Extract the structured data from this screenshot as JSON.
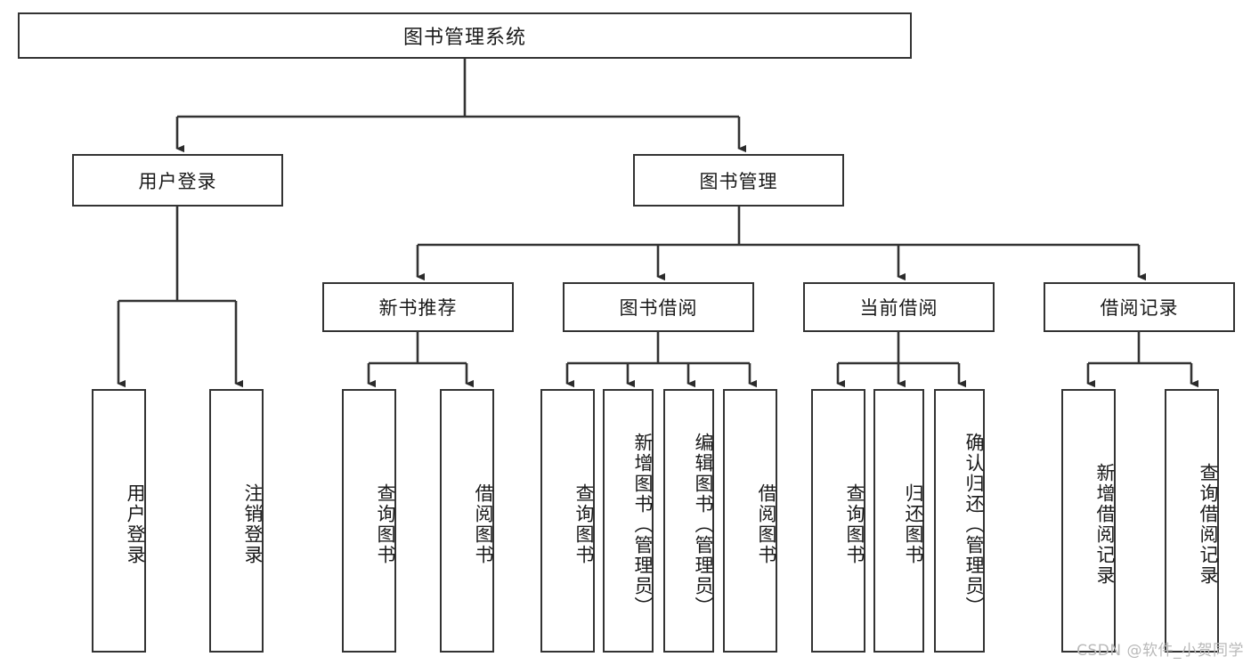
{
  "diagram": {
    "title": "图书管理系统",
    "type": "tree",
    "root": {
      "id": "root",
      "label": "图书管理系统",
      "orientation": "horizontal"
    },
    "level2": [
      {
        "id": "user-login",
        "label": "用户登录",
        "orientation": "horizontal"
      },
      {
        "id": "book-manage",
        "label": "图书管理",
        "orientation": "horizontal"
      }
    ],
    "level3": [
      {
        "id": "new-book-rec",
        "label": "新书推荐",
        "parent": "book-manage",
        "orientation": "horizontal"
      },
      {
        "id": "book-borrow",
        "label": "图书借阅",
        "parent": "book-manage",
        "orientation": "horizontal"
      },
      {
        "id": "current-borrow",
        "label": "当前借阅",
        "parent": "book-manage",
        "orientation": "horizontal"
      },
      {
        "id": "borrow-record",
        "label": "借阅记录",
        "parent": "book-manage",
        "orientation": "horizontal"
      }
    ],
    "leaves": [
      {
        "id": "leaf-user-login",
        "label": "用户登录",
        "parent": "user-login",
        "orientation": "vertical"
      },
      {
        "id": "leaf-logout",
        "label": "注销登录",
        "parent": "user-login",
        "orientation": "vertical"
      },
      {
        "id": "leaf-query-book-1",
        "label": "查询图书",
        "parent": "new-book-rec",
        "orientation": "vertical"
      },
      {
        "id": "leaf-borrow-book-1",
        "label": "借阅图书",
        "parent": "new-book-rec",
        "orientation": "vertical"
      },
      {
        "id": "leaf-query-book-2",
        "label": "查询图书",
        "parent": "book-borrow",
        "orientation": "vertical"
      },
      {
        "id": "leaf-add-book",
        "label": "新增图书（管理员）",
        "parent": "book-borrow",
        "orientation": "vertical"
      },
      {
        "id": "leaf-edit-book",
        "label": "编辑图书（管理员）",
        "parent": "book-borrow",
        "orientation": "vertical"
      },
      {
        "id": "leaf-borrow-book-2",
        "label": "借阅图书",
        "parent": "book-borrow",
        "orientation": "vertical"
      },
      {
        "id": "leaf-query-book-3",
        "label": "查询图书",
        "parent": "current-borrow",
        "orientation": "vertical"
      },
      {
        "id": "leaf-return-book",
        "label": "归还图书",
        "parent": "current-borrow",
        "orientation": "vertical"
      },
      {
        "id": "leaf-confirm-return",
        "label": "确认归还（管理员）",
        "parent": "current-borrow",
        "orientation": "vertical"
      },
      {
        "id": "leaf-add-record",
        "label": "新增借阅记录",
        "parent": "borrow-record",
        "orientation": "vertical"
      },
      {
        "id": "leaf-query-record",
        "label": "查询借阅记录",
        "parent": "borrow-record",
        "orientation": "vertical"
      }
    ]
  },
  "watermark": {
    "text": "CSDN @软件_小贺同学"
  },
  "colors": {
    "stroke": "#333333",
    "box_fill": "#ffffff",
    "text": "#1a1a1a",
    "watermark": "#b9b9b9",
    "background": "#ffffff"
  }
}
